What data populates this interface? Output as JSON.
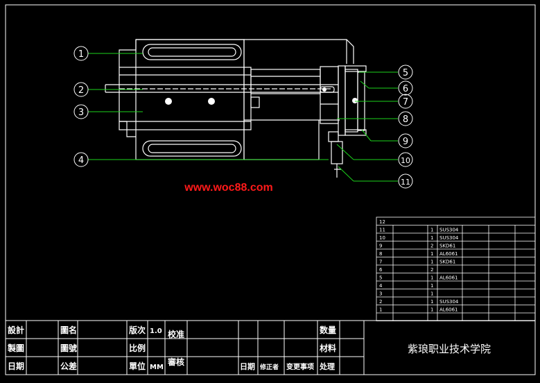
{
  "watermark": "www.woc88.com",
  "balloons": [
    "1",
    "2",
    "3",
    "4",
    "5",
    "6",
    "7",
    "8",
    "9",
    "10",
    "11"
  ],
  "parts_table": {
    "top_index": "12",
    "rows": [
      {
        "no": "11",
        "qty": "1",
        "material": "SUS304"
      },
      {
        "no": "10",
        "qty": "1",
        "material": "SUS304"
      },
      {
        "no": "9",
        "qty": "2",
        "material": "SKD61"
      },
      {
        "no": "8",
        "qty": "1",
        "material": "AL6061"
      },
      {
        "no": "7",
        "qty": "1",
        "material": "SKD61"
      },
      {
        "no": "6",
        "qty": "2",
        "material": ""
      },
      {
        "no": "5",
        "qty": "1",
        "material": "AL6061"
      },
      {
        "no": "4",
        "qty": "1",
        "material": ""
      },
      {
        "no": "3",
        "qty": "1",
        "material": ""
      },
      {
        "no": "2",
        "qty": "1",
        "material": "SUS304"
      },
      {
        "no": "1",
        "qty": "1",
        "material": "AL6061"
      }
    ]
  },
  "title_block": {
    "design": "設計",
    "drawing": "製圖",
    "date": "日期",
    "name_label": "圖名",
    "number_label": "圖號",
    "tolerance_label": "公差",
    "version_label": "版次",
    "version_value": "1.0",
    "scale_label": "比例",
    "unit_label": "單位",
    "unit_value": "MM",
    "check_label": "校准",
    "review_label": "審核",
    "change_date": "日期",
    "modifier": "修正者",
    "change_item": "变更事项",
    "process": "处理",
    "quantity": "数量",
    "material": "材料",
    "school": "紫琅职业技术学院"
  }
}
